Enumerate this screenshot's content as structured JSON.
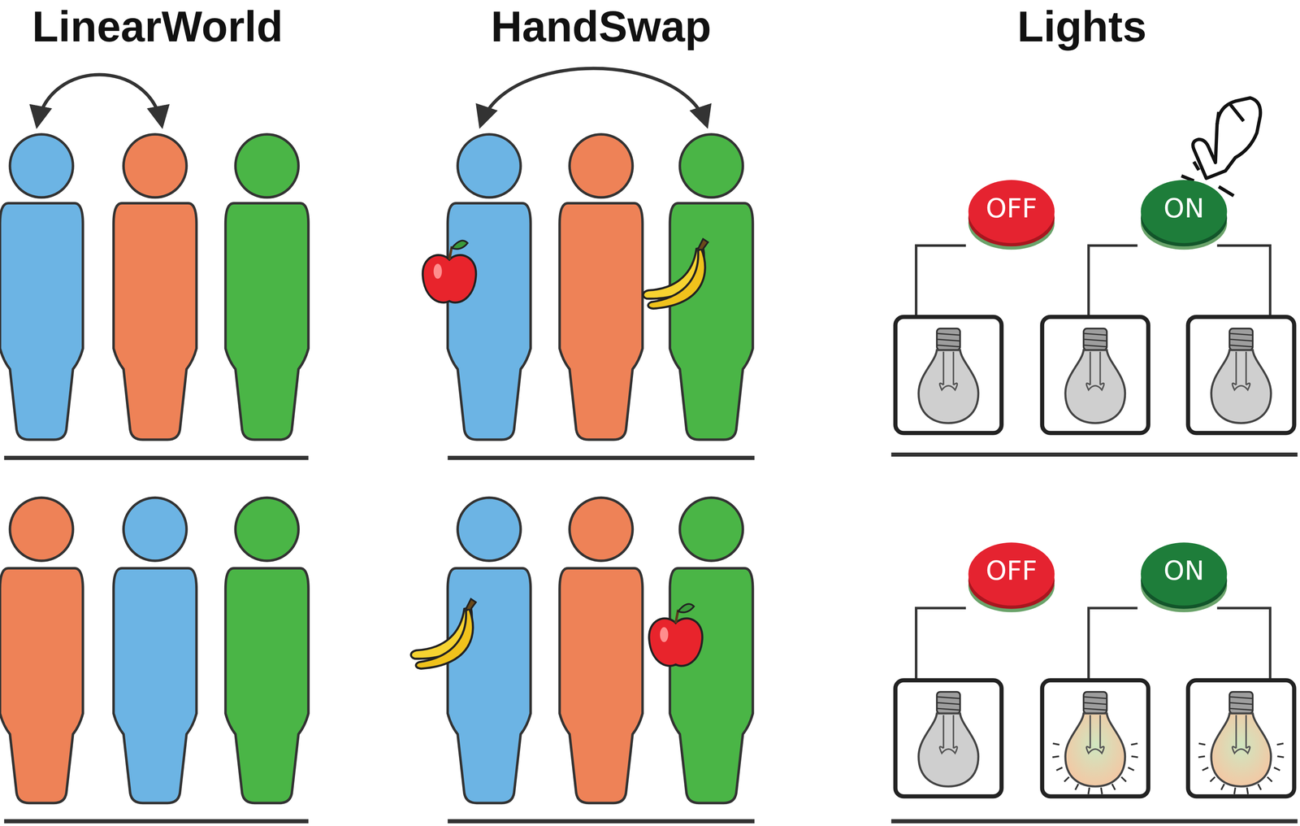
{
  "diagram": {
    "nodes": [
      {
        "text": [
          "OFF"
        ]
      },
      {
        "text": [
          "ON"
        ]
      },
      {
        "text": [
          "OFF"
        ]
      },
      {
        "text": [
          "ON"
        ]
      }
    ],
    "labels": [
      "LinearWorld",
      "HandSwap",
      "Lights"
    ]
  }
}
